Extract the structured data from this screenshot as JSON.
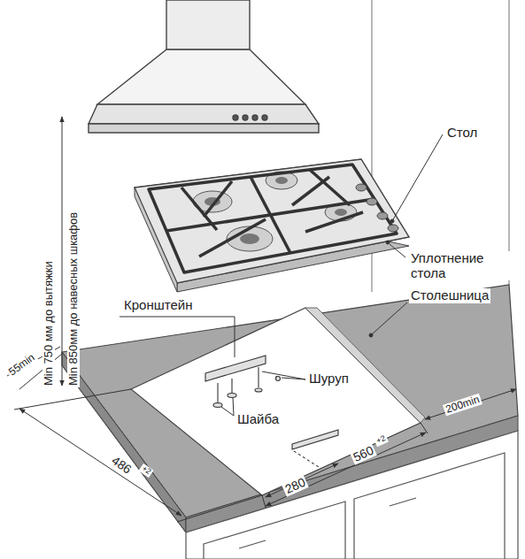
{
  "diagram": {
    "labels": [
      "Стол",
      "Уплотнение стола",
      "Столешница",
      "Кронштейн",
      "Шуруп",
      "Шайба",
      "Min 750 мм до вытяжки",
      "Min 850мм до навесных шкафов",
      "55min",
      "486",
      "+2",
      "280",
      "560",
      "+2",
      "200min"
    ]
  }
}
